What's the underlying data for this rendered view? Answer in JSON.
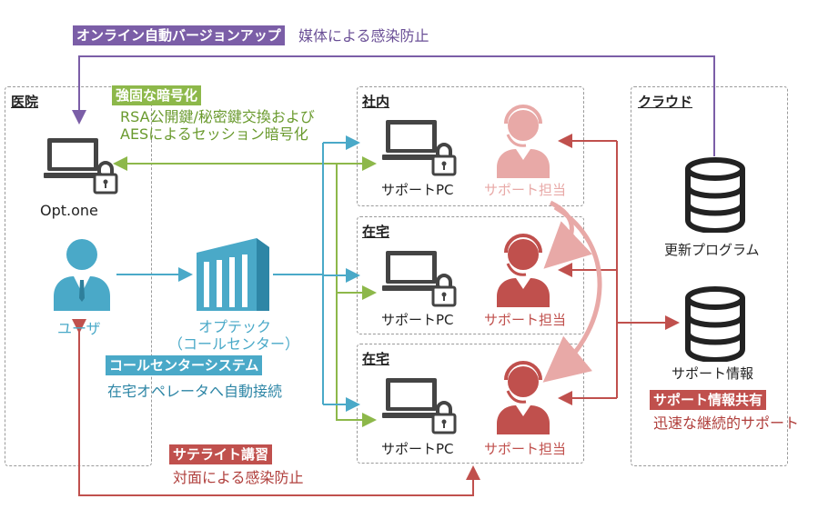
{
  "colors": {
    "purple": "#7b5ea7",
    "green": "#8db84a",
    "blue": "#4aa9c8",
    "red": "#c0504d",
    "pink": "#e8a9a7",
    "dark": "#444444"
  },
  "top_banner": {
    "tag": "オンライン自動バージョンアップ",
    "note": "媒体による感染防止"
  },
  "hospital": {
    "title": "医院",
    "device_label": "Opt.one",
    "user_label": "ユーザ",
    "security_tag": "強固な暗号化",
    "security_note_1": "RSA公開鍵/秘密鍵交換および",
    "security_note_2": "AESによるセッション暗号化"
  },
  "call_center": {
    "label_1": "オプテック",
    "label_2": "（コールセンター）",
    "tag": "コールセンターシステム",
    "note": "在宅オペレータへ自動接続"
  },
  "offices": [
    {
      "title": "社内",
      "pc_label": "サポートPC",
      "staff_label": "サポート担当"
    },
    {
      "title": "在宅",
      "pc_label": "サポートPC",
      "staff_label": "サポート担当"
    },
    {
      "title": "在宅",
      "pc_label": "サポートPC",
      "staff_label": "サポート担当"
    }
  ],
  "satellite": {
    "tag": "サテライト講習",
    "note": "対面による感染防止"
  },
  "cloud": {
    "title": "クラウド",
    "db1_label": "更新プログラム",
    "db2_label": "サポート情報",
    "tag": "サポート情報共有",
    "note": "迅速な継続的サポート"
  },
  "icons": [
    "laptop-lock-icon",
    "user-icon",
    "building-icon",
    "headset-operator-icon",
    "database-icon"
  ]
}
